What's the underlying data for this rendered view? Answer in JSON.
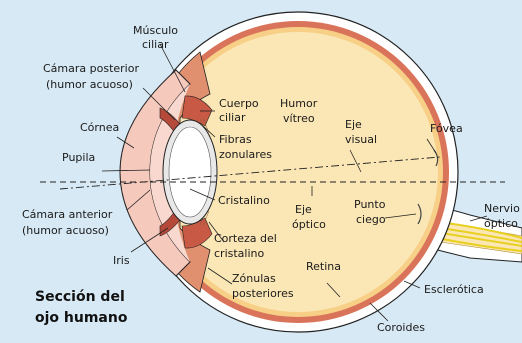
{
  "title_lines": [
    "Sección del",
    "ojo humano"
  ],
  "labels": {
    "musculo_ciliar": [
      "Músculo",
      "ciliar"
    ],
    "camara_posterior": [
      "Cámara posterior",
      "(humor acuoso)"
    ],
    "cornea": [
      "Córnea"
    ],
    "pupila": [
      "Pupila"
    ],
    "camara_anterior": [
      "Cámara anterior",
      "(humor acuoso)"
    ],
    "iris": [
      "Iris"
    ],
    "cuerpo_ciliar": [
      "Cuerpo",
      "ciliar"
    ],
    "fibras_zonulares": [
      "Fibras",
      "zonulares"
    ],
    "humor_vitreo": [
      "Humor",
      "vítreo"
    ],
    "eje_visual": [
      "Eje",
      "visual"
    ],
    "fovea": [
      "Fóvea"
    ],
    "cristalino": [
      "Cristalino"
    ],
    "eje_optico": [
      "Eje",
      "óptico"
    ],
    "punto_ciego": [
      "Punto",
      "ciego"
    ],
    "nervio_optico": [
      "Nervio",
      "óptico"
    ],
    "corteza_cristalino": [
      "Corteza del",
      "cristalino"
    ],
    "retina": [
      "Retina"
    ],
    "zonulas_posteriores": [
      "Zónulas",
      "posteriores"
    ],
    "esclerotica": [
      "Esclerótica"
    ],
    "coroides": [
      "Coroides"
    ]
  },
  "colors": {
    "background": "#d7e9f4",
    "sclera": "#ffffff",
    "choroid": "#d9735a",
    "retina": "#f7cf86",
    "vitreous": "#fbe7b6",
    "cornea_tissue": "#f6c9bd",
    "lens": "#ffffff",
    "nerve_fibers": "#f3e236"
  }
}
